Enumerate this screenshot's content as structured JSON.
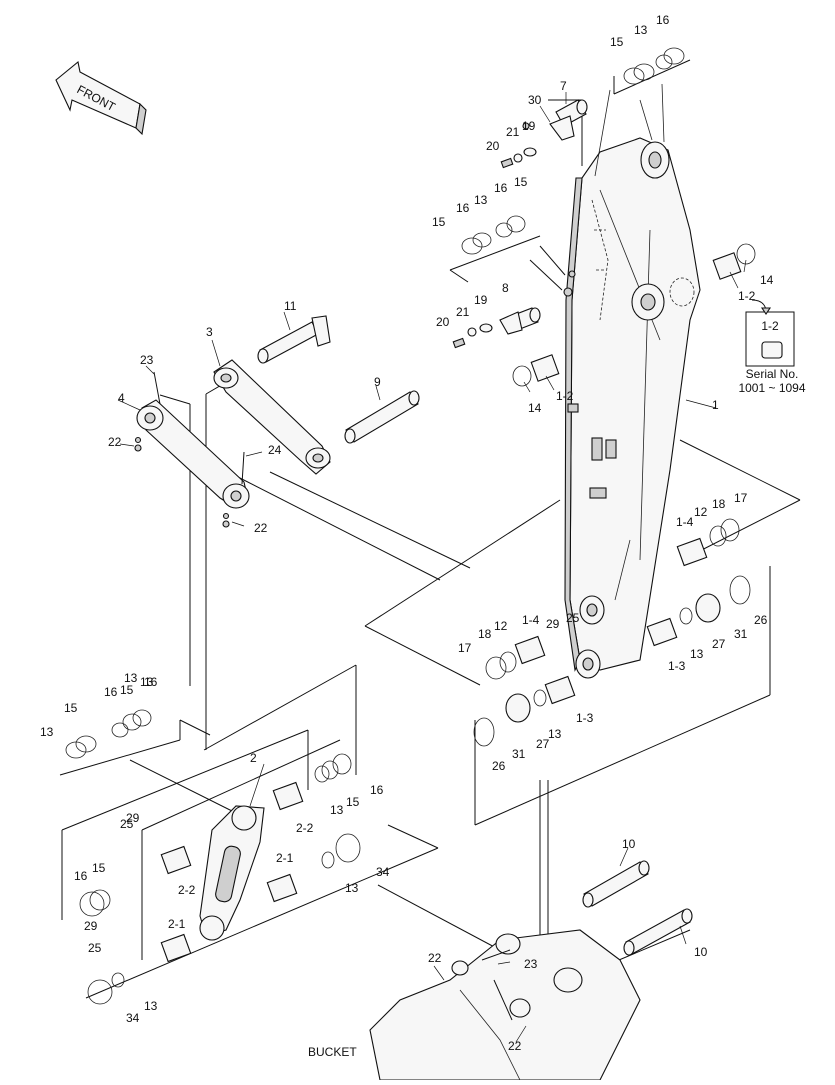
{
  "diagram": {
    "front_label": "FRONT",
    "bucket_label": "BUCKET",
    "serial_box": {
      "part": "1-2",
      "line1": "Serial No.",
      "line2": "1001 ~ 1094"
    },
    "callouts": [
      "16",
      "13",
      "15",
      "7",
      "30",
      "21",
      "19",
      "20",
      "15",
      "16",
      "13",
      "16",
      "15",
      "14",
      "1-2",
      "14",
      "1-2",
      "8",
      "19",
      "21",
      "20",
      "11",
      "3",
      "9",
      "23",
      "4",
      "1",
      "22",
      "24",
      "22",
      "17",
      "18",
      "12",
      "1-4",
      "26",
      "31",
      "27",
      "13",
      "1-3",
      "25",
      "29",
      "12",
      "1-4",
      "18",
      "17",
      "27",
      "13",
      "1-3",
      "31",
      "26",
      "13",
      "16",
      "15",
      "13",
      "15",
      "16",
      "13",
      "2",
      "13",
      "15",
      "16",
      "25",
      "29",
      "2-2",
      "2-1",
      "16",
      "15",
      "2-2",
      "29",
      "25",
      "13",
      "34",
      "2-1",
      "34",
      "13",
      "10",
      "10",
      "22",
      "23",
      "22"
    ]
  }
}
